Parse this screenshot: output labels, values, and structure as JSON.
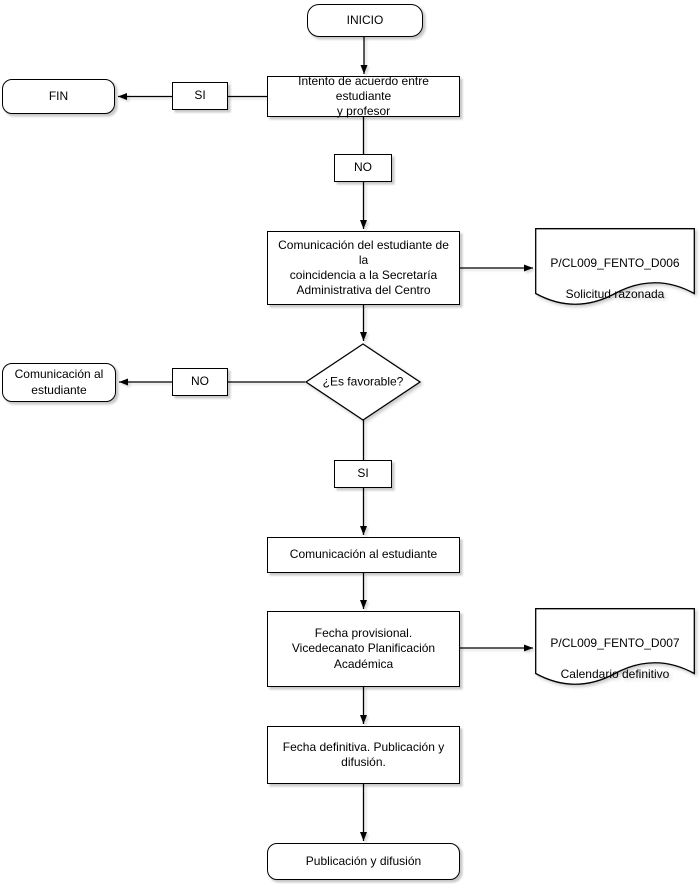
{
  "diagram": {
    "type": "flowchart",
    "language": "es",
    "colors": {
      "stroke": "#000000",
      "fill": "#ffffff",
      "text": "#000000"
    },
    "nodes": {
      "inicio": {
        "label": "INICIO",
        "shape": "terminator"
      },
      "intento_acuerdo": {
        "label": "Intento de acuerdo entre estudiante\ny profesor",
        "shape": "process"
      },
      "si_1": {
        "label": "SI",
        "shape": "edge-label"
      },
      "fin": {
        "label": "FIN",
        "shape": "terminator"
      },
      "no_1": {
        "label": "NO",
        "shape": "edge-label"
      },
      "comunicacion_secretaria": {
        "label": "Comunicación del estudiante de la\ncoincidencia a la Secretaría\nAdministrativa del Centro",
        "shape": "process"
      },
      "doc_d006": {
        "code": "P/CL009_FENTO_D006",
        "name": "Solicitud razonada",
        "shape": "document"
      },
      "decision_favorable": {
        "label": "¿Es favorable?",
        "shape": "decision"
      },
      "no_2": {
        "label": "NO",
        "shape": "edge-label"
      },
      "comunicacion_estudiante_no": {
        "label": "Comunicación al\nestudiante",
        "shape": "terminator"
      },
      "si_2": {
        "label": "SI",
        "shape": "edge-label"
      },
      "comunicacion_estudiante": {
        "label": "Comunicación al estudiante",
        "shape": "process"
      },
      "fecha_provisional": {
        "label": "Fecha provisional.\nVicedecanato Planificación\nAcadémica",
        "shape": "process"
      },
      "doc_d007": {
        "code": "P/CL009_FENTO_D007",
        "name": "Calendario definitivo",
        "shape": "document"
      },
      "fecha_definitiva": {
        "label": "Fecha definitiva. Publicación y\ndifusión.",
        "shape": "process"
      },
      "publicacion_difusion": {
        "label": "Publicación y difusión",
        "shape": "terminator"
      }
    }
  }
}
